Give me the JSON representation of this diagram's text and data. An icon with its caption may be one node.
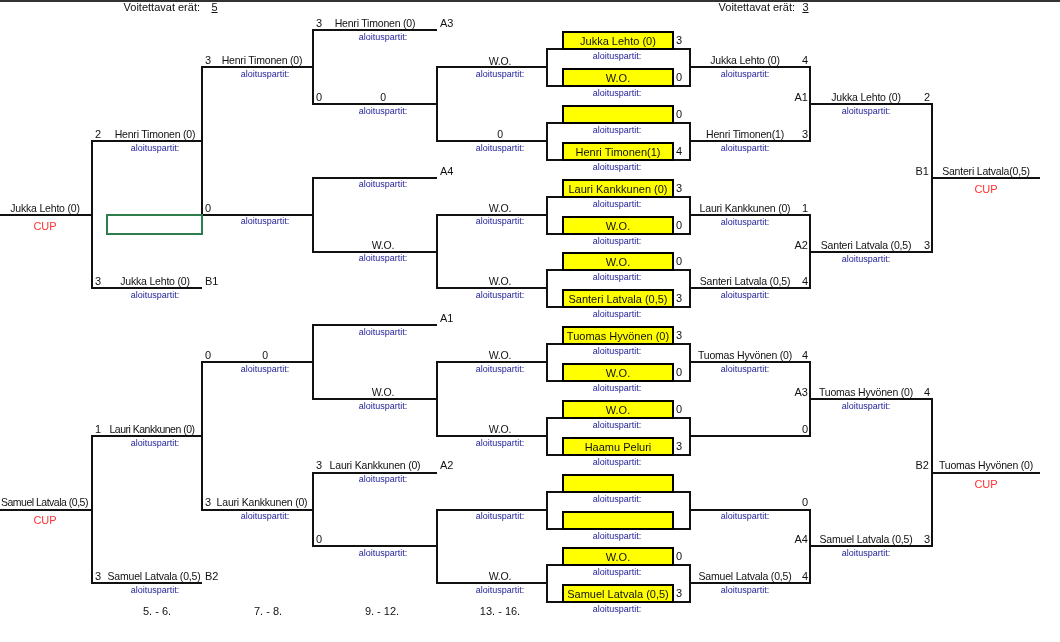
{
  "diagram": {
    "nodes": [
      {
        "text": [
          "Jukka Lehto (0)"
        ],
        "beside": [
          "3",
          "aloituspartit:"
        ]
      },
      {
        "text": [
          "W.O."
        ],
        "beside": [
          "0",
          "aloituspartit:"
        ]
      },
      {
        "text": [],
        "shape": "box",
        "beside": [
          "0",
          "aloituspartit:"
        ]
      },
      {
        "text": [
          "Henri Timonen(1)"
        ],
        "beside": [
          "4",
          "aloituspartit:"
        ]
      },
      {
        "text": [
          "Lauri Kankkunen (0)"
        ],
        "beside": [
          "3",
          "aloituspartit:"
        ]
      },
      {
        "text": [
          "W.O."
        ],
        "beside": [
          "0",
          "aloituspartit:"
        ]
      },
      {
        "text": [
          "W.O."
        ],
        "beside": [
          "0",
          "aloituspartit:"
        ]
      },
      {
        "text": [
          "Santeri Latvala (0,5)"
        ],
        "beside": [
          "3",
          "aloituspartit:"
        ]
      },
      {
        "text": [
          "Tuomas Hyvönen (0)"
        ],
        "beside": [
          "3",
          "aloituspartit:"
        ]
      },
      {
        "text": [
          "W.O."
        ],
        "beside": [
          "0",
          "aloituspartit:"
        ]
      },
      {
        "text": [
          "W.O."
        ],
        "beside": [
          "0",
          "aloituspartit:"
        ]
      },
      {
        "text": [
          "Haamu Peluri"
        ],
        "beside": [
          "3",
          "aloituspartit:"
        ]
      },
      {
        "text": [],
        "shape": "box",
        "beside": [
          "aloituspartit:"
        ]
      },
      {
        "text": [],
        "shape": "box",
        "beside": [
          "aloituspartit:"
        ]
      },
      {
        "text": [
          "W.O."
        ],
        "beside": [
          "0",
          "aloituspartit:"
        ]
      },
      {
        "text": [
          "Samuel Latvala (0,5)"
        ],
        "beside": [
          "3",
          "aloituspartit:"
        ]
      }
    ],
    "labels": [
      "Voitettavat erät:",
      "5",
      "Voitettavat erät:",
      "3",
      "Jukka Lehto (0)",
      "CUP",
      "Samuel Latvala (0,5)",
      "CUP",
      "2",
      "Henri Timonen (0)",
      "aloituspartit:",
      "3",
      "Jukka Lehto (0)",
      "B1",
      "aloituspartit:",
      "1",
      "Lauri Kankkunen (0)",
      "aloituspartit:",
      "3",
      "Samuel Latvala (0,5)",
      "B2",
      "aloituspartit:",
      "5. - 6.",
      "3",
      "Henri Timonen (0)",
      "aloituspartit:",
      "0",
      "aloituspartit:",
      "0",
      "0",
      "aloituspartit:",
      "3",
      "Lauri Kankkunen (0)",
      "aloituspartit:",
      "7. - 8.",
      "3",
      "Henri Timonen (0)",
      "A3",
      "aloituspartit:",
      "0",
      "0",
      "aloituspartit:",
      "A4",
      "aloituspartit:",
      "W.O.",
      "aloituspartit:",
      "A1",
      "aloituspartit:",
      "W.O.",
      "aloituspartit:",
      "3",
      "Lauri Kankkunen (0)",
      "A2",
      "aloituspartit:",
      "0",
      "aloituspartit:",
      "9. - 12.",
      "W.O.",
      "aloituspartit:",
      "0",
      "aloituspartit:",
      "W.O.",
      "aloituspartit:",
      "W.O.",
      "aloituspartit:",
      "W.O.",
      "aloituspartit:",
      "W.O.",
      "aloituspartit:",
      "aloituspartit:",
      "W.O.",
      "aloituspartit:",
      "13. - 16.",
      "Jukka Lehto (0)",
      "4",
      "aloituspartit:",
      "Henri Timonen(1)",
      "3",
      "aloituspartit:",
      "Lauri Kankkunen (0)",
      "1",
      "aloituspartit:",
      "Santeri Latvala (0,5)",
      "4",
      "aloituspartit:",
      "Tuomas Hyvönen (0)",
      "4",
      "aloituspartit:",
      "0",
      "0",
      "aloituspartit:",
      "Samuel Latvala (0,5)",
      "4",
      "aloituspartit:",
      "A1",
      "Jukka Lehto (0)",
      "2",
      "aloituspartit:",
      "A2",
      "Santeri Latvala (0,5)",
      "3",
      "aloituspartit:",
      "A3",
      "Tuomas Hyvönen (0)",
      "4",
      "aloituspartit:",
      "A4",
      "Samuel Latvala (0,5)",
      "3",
      "aloituspartit:",
      "B1",
      "Santeri Latvala(0,5)",
      "CUP",
      "B2",
      "Tuomas Hyvönen (0)",
      "CUP"
    ]
  }
}
